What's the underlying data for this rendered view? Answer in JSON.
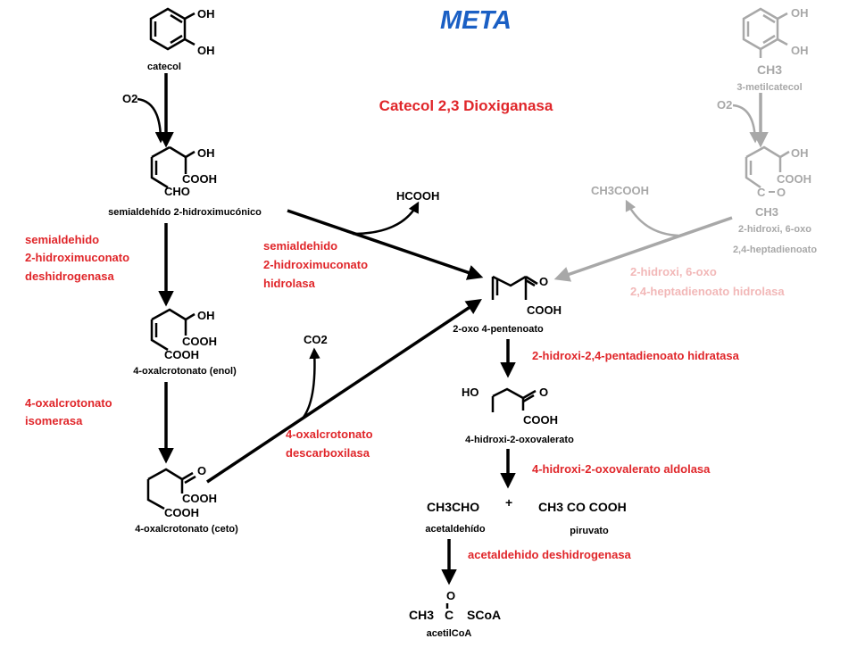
{
  "title": "META",
  "enzyme_main": "Catecol 2,3 Dioxiganasa",
  "colors": {
    "title": "#1a5fc4",
    "enzyme": "#e0262a",
    "pale": "#f2b8b8",
    "black": "#000000",
    "gray": "#a8a8a8"
  },
  "compounds": {
    "catecol": {
      "oh1": "OH",
      "oh2": "OH",
      "name": "catecol"
    },
    "semialdehido": {
      "oh": "OH",
      "cooh": "COOH",
      "cho": "CHO",
      "name": "semialdehído 2-hidroximucónico"
    },
    "enol": {
      "oh": "OH",
      "cooh1": "COOH",
      "cooh2": "COOH",
      "name": "4-oxalcrotonato (enol)"
    },
    "ceto": {
      "o": "O",
      "cooh1": "COOH",
      "cooh2": "COOH",
      "name": "4-oxalcrotonato (ceto)"
    },
    "pentenoato": {
      "o": "O",
      "cooh": "COOH",
      "name": "2-oxo 4-pentenoato"
    },
    "oxovalerato": {
      "ho": "HO",
      "o": "O",
      "cooh": "COOH",
      "name": "4-hidroxi-2-oxovalerato"
    },
    "acetaldehido": {
      "formula": "CH3CHO",
      "name": "acetaldehído"
    },
    "piruvato": {
      "formula": "CH3 CO COOH",
      "name": "piruvato"
    },
    "acetilcoa": {
      "o": "O",
      "ch3": "CH3",
      "c": "C",
      "scoa": "SCoA",
      "name": "acetilCoA"
    },
    "metilcatecol": {
      "oh1": "OH",
      "oh2": "OH",
      "ch3": "CH3",
      "name": "3-metilcatecol"
    },
    "heptadienoato": {
      "oh": "OH",
      "cooh": "COOH",
      "c": "C",
      "o": "O",
      "ch3": "CH3",
      "name1": "2-hidroxi, 6-oxo",
      "name2": "2,4-heptadienoato"
    }
  },
  "reagents": {
    "o2_left": "O2",
    "o2_right": "O2",
    "hcooh": "HCOOH",
    "co2": "CO2",
    "ch3cooh": "CH3COOH",
    "plus": "+"
  },
  "enzymes": {
    "deshidrogenasa": [
      "semialdehido",
      "2-hidroximuconato",
      "deshidrogenasa"
    ],
    "hidrolasa": [
      "semialdehido",
      "2-hidroximuconato",
      "hidrolasa"
    ],
    "isomerasa": [
      "4-oxalcrotonato",
      "isomerasa"
    ],
    "descarboxilasa": [
      "4-oxalcrotonato",
      "descarboxilasa"
    ],
    "heptadienoato_hidrolasa": [
      "2-hidroxi, 6-oxo",
      "2,4-heptadienoato hidrolasa"
    ],
    "hidratasa": "2-hidroxi-2,4-pentadienoato hidratasa",
    "aldolasa": "4-hidroxi-2-oxovalerato aldolasa",
    "acetaldehido_deshidrogenasa": "acetaldehido deshidrogenasa"
  }
}
